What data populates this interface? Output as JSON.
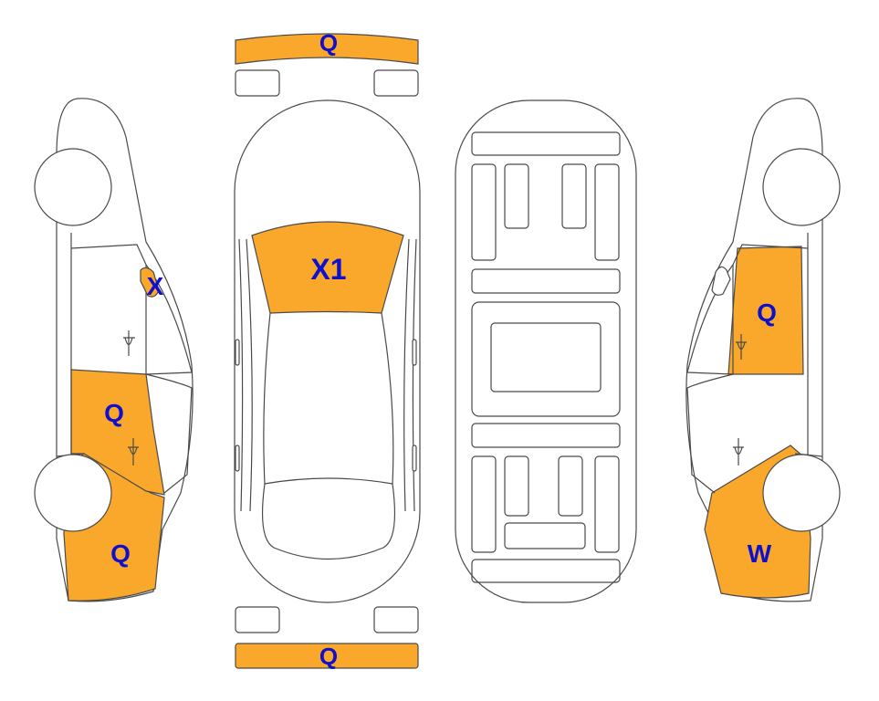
{
  "colors": {
    "damage_fill": "#f9a82b",
    "label_text": "#1010cc",
    "outline": "#4a4a4a"
  },
  "labels": {
    "front_bumper": "Q",
    "rear_bumper": "Q",
    "windshield": "X1",
    "left_mirror": "X",
    "left_front_door": "Q",
    "left_front_fender": "Q",
    "right_rear_door": "Q",
    "right_rear_quarter": "W"
  }
}
